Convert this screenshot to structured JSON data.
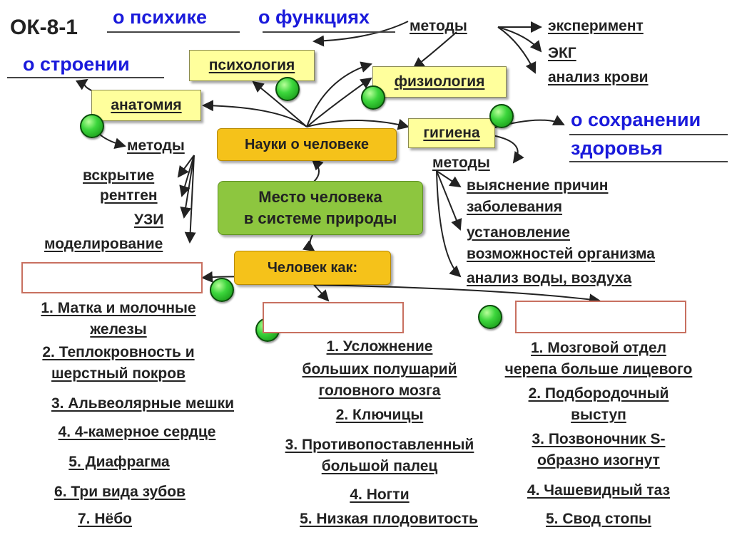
{
  "title": "ОК-8-1",
  "top": {
    "psyche": "о психике",
    "functions": "о функциях",
    "structure": "о строении",
    "preservation_1": "о сохранении",
    "preservation_2": "здоровья"
  },
  "sciences": {
    "psychology": "психология",
    "physiology": "физиология",
    "anatomy": "анатомия",
    "hygiene": "гигиена",
    "center": "Науки о человеке"
  },
  "physiology_methods": {
    "label": "методы",
    "items": [
      "эксперимент",
      "ЭКГ",
      "анализ крови"
    ]
  },
  "anatomy_methods": {
    "label": "методы",
    "items": [
      "вскрытие",
      "рентген",
      "УЗИ",
      "моделирование"
    ]
  },
  "hygiene_methods": {
    "label": "методы",
    "items": [
      "выяснение причин",
      "заболевания",
      "установление",
      "возможностей организма",
      "анализ воды, воздуха"
    ]
  },
  "place": {
    "line1": "Место человека",
    "line2": "в системе природы"
  },
  "human_as": "Человек как:",
  "mammal_list": [
    "1. Матка и молочные",
    "железы",
    "2. Теплокровность и",
    "шерстный покров",
    "3. Альвеолярные мешки",
    "4. 4-камерное сердце",
    "5. Диафрагма",
    "6. Три вида зубов",
    "7. Нёбо"
  ],
  "primate_list": [
    "1. Усложнение",
    "больших полушарий",
    "головного мозга",
    "2. Ключицы",
    "3. Противопоставленный",
    "большой палец",
    "4. Ногти",
    "5. Низкая плодовитость"
  ],
  "human_list": [
    "1. Мозговой отдел",
    "черепа больше лицевого",
    "2. Подбородочный",
    "выступ",
    "3. Позвоночник S-",
    "образно изогнут",
    "4. Чашевидный таз",
    "5. Свод стопы"
  ]
}
